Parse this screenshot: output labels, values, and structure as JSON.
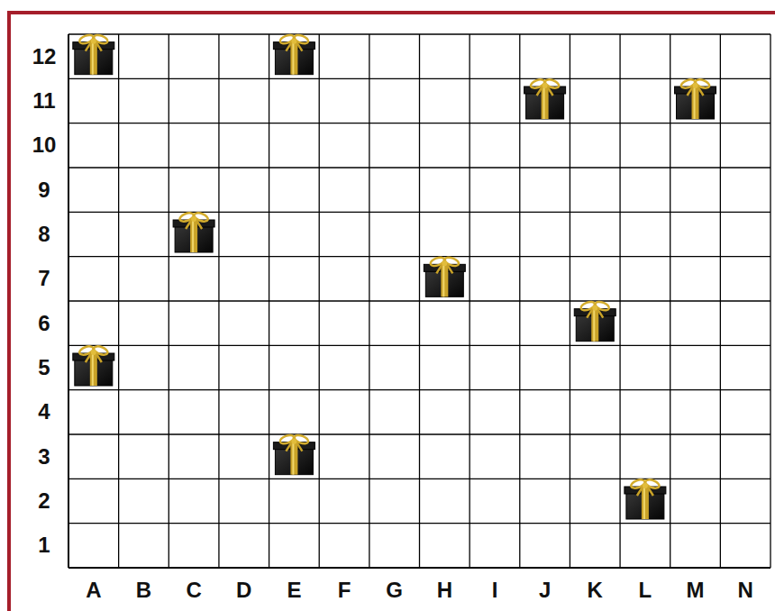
{
  "diagram": {
    "labels": [
      "12",
      "11",
      "10",
      "9",
      "8",
      "7",
      "6",
      "5",
      "4",
      "3",
      "2",
      "1",
      "A",
      "B",
      "C",
      "D",
      "E",
      "F",
      "G",
      "H",
      "I",
      "J",
      "K",
      "L",
      "M",
      "N"
    ]
  }
}
